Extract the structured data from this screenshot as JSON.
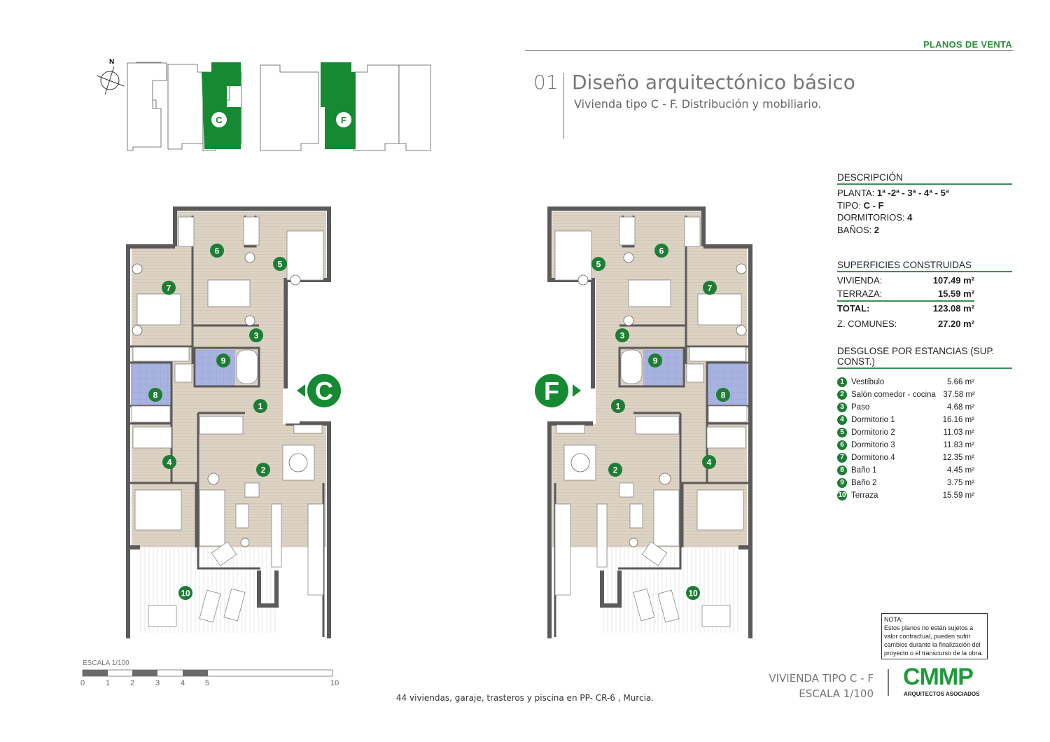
{
  "header": {
    "section": "PLANOS DE VENTA",
    "number": "01",
    "title": "Diseño arquitectónico básico",
    "subtitle": "Vivienda tipo C - F. Distribución y mobiliario."
  },
  "keyplan": {
    "north": "N",
    "units": [
      "C",
      "F"
    ]
  },
  "descripcion": {
    "heading": "DESCRIPCIÓN",
    "items": [
      {
        "label": "PLANTA:",
        "value": "1ª -2ª - 3ª - 4ª - 5ª"
      },
      {
        "label": "TIPO:",
        "value": "C - F"
      },
      {
        "label": "DORMITORIOS:",
        "value": "4"
      },
      {
        "label": "BAÑOS:",
        "value": "2"
      }
    ]
  },
  "superficies": {
    "heading": "SUPERFICIES CONSTRUIDAS",
    "items": [
      {
        "label": "VIVIENDA:",
        "value": "107.49 m²"
      },
      {
        "label": "TERRAZA:",
        "value": "15.59 m²"
      },
      {
        "label": "TOTAL:",
        "value": "123.08 m²"
      },
      {
        "label": "Z. COMUNES:",
        "value": "27.20 m²"
      }
    ]
  },
  "desglose": {
    "heading": "DESGLOSE POR ESTANCIAS (SUP. CONST.)",
    "items": [
      {
        "n": "1",
        "name": "Vestíbulo",
        "area": "5.66 m²"
      },
      {
        "n": "2",
        "name": "Salón comedor - cocina",
        "area": "37.58 m²"
      },
      {
        "n": "3",
        "name": "Paso",
        "area": "4.68 m²"
      },
      {
        "n": "4",
        "name": "Dormitorio 1",
        "area": "16.16 m²"
      },
      {
        "n": "5",
        "name": "Dormitorio 2",
        "area": "11.03 m²"
      },
      {
        "n": "6",
        "name": "Dormitorio 3",
        "area": "11.83 m²"
      },
      {
        "n": "7",
        "name": "Dormitorio 4",
        "area": "12.35 m²"
      },
      {
        "n": "8",
        "name": "Baño 1",
        "area": "4.45 m²"
      },
      {
        "n": "9",
        "name": "Baño 2",
        "area": "3.75 m²"
      },
      {
        "n": "10",
        "name": "Terraza",
        "area": "15.59 m²"
      }
    ]
  },
  "plans": {
    "left_marker": "C",
    "right_marker": "F",
    "room_numbers": [
      "1",
      "2",
      "3",
      "4",
      "5",
      "6",
      "7",
      "8",
      "9",
      "10"
    ]
  },
  "nota": {
    "title": "NOTA:",
    "text": "Estos planos no están sujetos a valor contractual, pueden sufrir cambios durante la finalización del proyecto o el transcurso de la obra."
  },
  "scale_bar": {
    "label": "ESCALA 1/100",
    "ticks": [
      "0",
      "1",
      "2",
      "3",
      "4",
      "5",
      "10"
    ]
  },
  "footer": {
    "line1": "VIVIENDA TIPO C - F",
    "line2": "ESCALA 1/100",
    "project": "44 viviendas, garaje, trasteros y piscina en PP- CR-6 , Murcia.",
    "logo": "CMMP",
    "logo_sub": "ARQUITECTOS ASOCIADOS"
  },
  "colors": {
    "brand": "#1f9a3c",
    "badge": "#1e7d34",
    "wood": "#dcd3c4",
    "bath": "#a9b3df",
    "wall": "#5a5a5a"
  }
}
